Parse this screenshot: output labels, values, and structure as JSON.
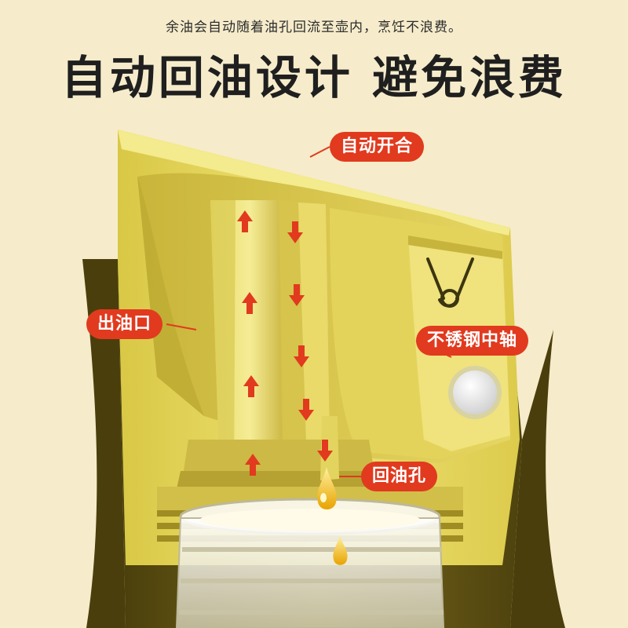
{
  "header": {
    "subtitle": "余油会自动随着油孔回流至壶内，烹饪不浪费。",
    "title": "自动回油设计 避免浪费"
  },
  "callouts": {
    "auto_open_close": "自动开合",
    "oil_outlet": "出油口",
    "stainless_axis": "不锈钢中轴",
    "oil_return_hole": "回油孔"
  },
  "colors": {
    "background": "#f6eccb",
    "cap_yellow": "#eadb5e",
    "cap_shadow": "#b9a52a",
    "bottle_dark": "#5c4f12",
    "accent_red": "#e13a1e",
    "oil_gold": "#f2b705"
  },
  "icons": [
    "arrow-up-icon",
    "arrow-down-icon",
    "oil-drop-icon",
    "spring-icon",
    "axis-bolt-icon"
  ]
}
